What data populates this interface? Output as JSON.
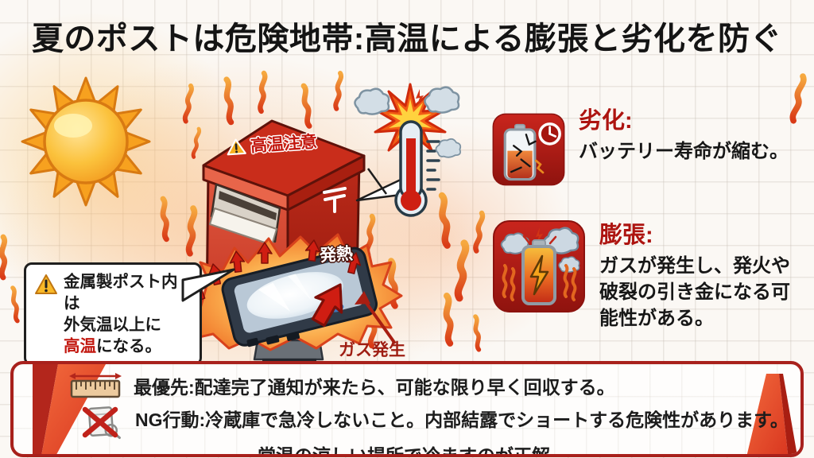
{
  "title": "夏のポストは危険地帯:高温による膨張と劣化を防ぐ",
  "illustration": {
    "postbox_label": "高温注意",
    "heat_label": "発熱",
    "gas_label": "ガス発生",
    "postal_mark": "〒",
    "bubble": {
      "line1": "金属製ポスト内は",
      "line2": "外気温以上に",
      "line3_highlight": "高温",
      "line3_rest": "になる。"
    }
  },
  "effects": [
    {
      "label": "劣化:",
      "body": "バッテリー寿命が縮む。",
      "icon": "cracked-battery-clock-icon"
    },
    {
      "label": "膨張:",
      "body": "ガスが発生し、発火や破裂の引き金になる可能性がある。",
      "icon": "swelling-battery-gas-icon"
    }
  ],
  "action_panel": {
    "priority_text": "最優先:配達完了通知が来たら、可能な限り早く回収する。",
    "ng_text": "NG行動:冷蔵庫で急冷しないこと。内部結露でショートする危険性があります。",
    "ng_text2": "常温の涼しい場所で冷ますのが正解。",
    "priority_icon": "ruler-icon",
    "ng_icon": "no-action-icon"
  },
  "colors": {
    "accent_red": "#a8211c",
    "postbox_red": "#d8402c",
    "label_red": "#c3170f",
    "text_black": "#171717",
    "sun_orange": "#f7a11f",
    "background": "#fbf8f4"
  }
}
